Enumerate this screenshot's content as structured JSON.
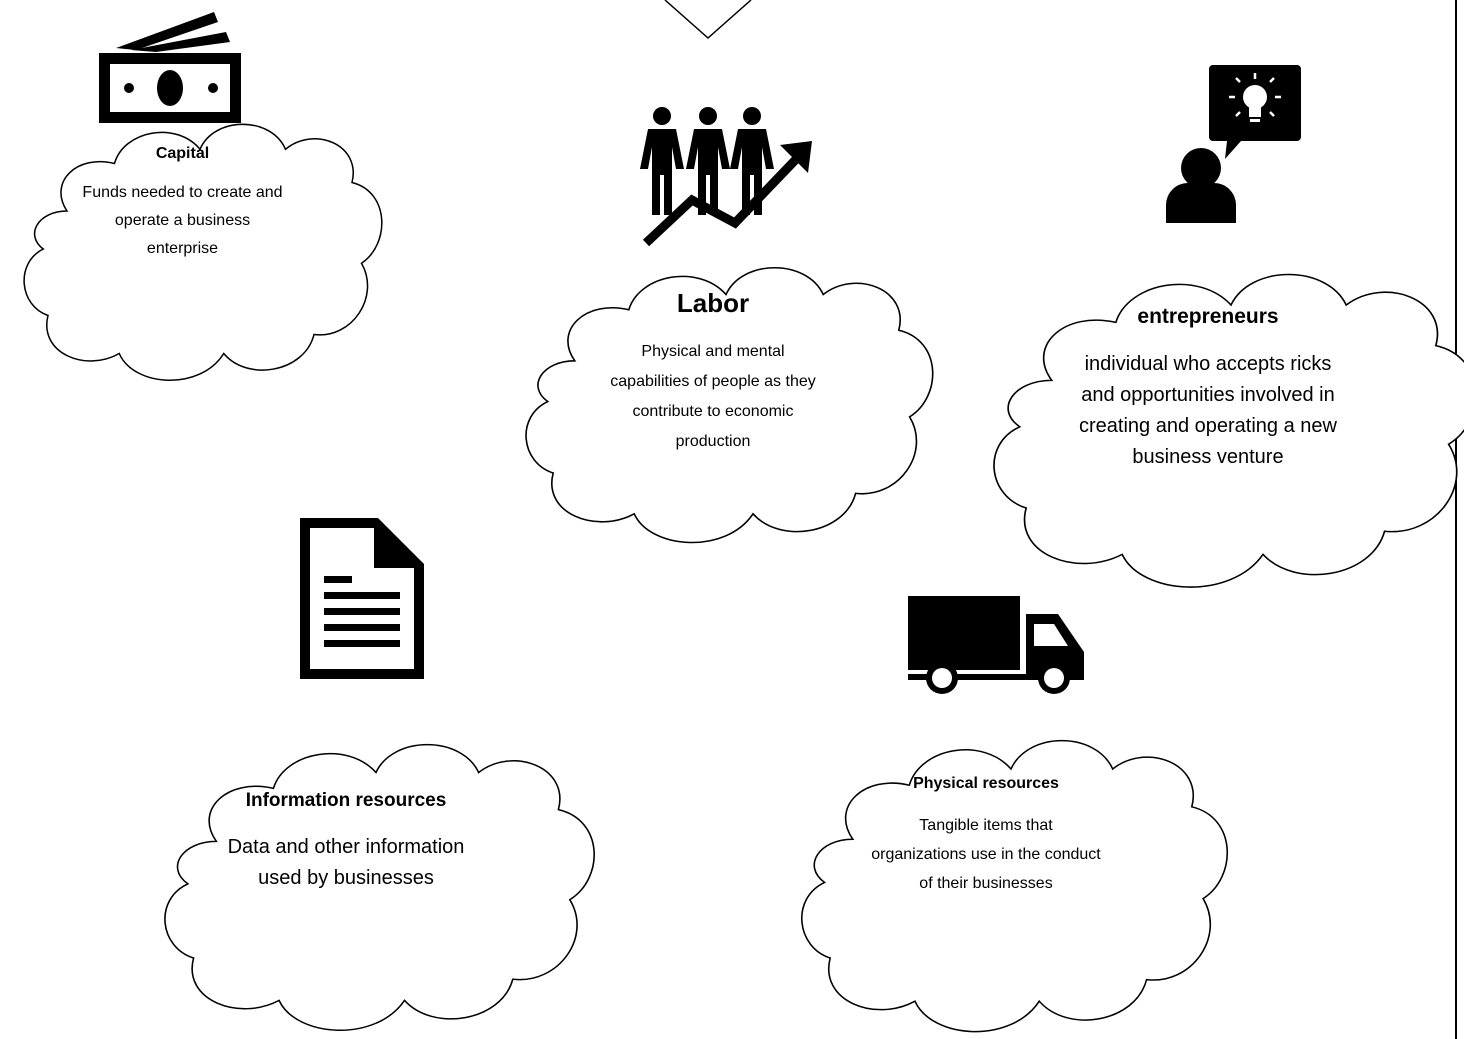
{
  "colors": {
    "stroke": "#000000",
    "fill": "#ffffff",
    "icon": "#000000"
  },
  "nodes": {
    "capital": {
      "icon": "money-icon",
      "title": "Capital",
      "description": "Funds needed to create and operate a business enterprise"
    },
    "labor": {
      "icon": "people-growth-icon",
      "title": "Labor",
      "description": "Physical and mental capabilities of people as they contribute to economic production"
    },
    "entrepreneurs": {
      "icon": "person-idea-icon",
      "title": "entrepreneurs",
      "description": "individual who accepts ricks and opportunities involved in creating and operating a new business venture"
    },
    "information": {
      "icon": "document-icon",
      "title": "Information resources",
      "description": "Data and other information used by businesses"
    },
    "physical": {
      "icon": "truck-icon",
      "title": "Physical resources",
      "description": "Tangible items that organizations use in the conduct of their businesses"
    }
  }
}
